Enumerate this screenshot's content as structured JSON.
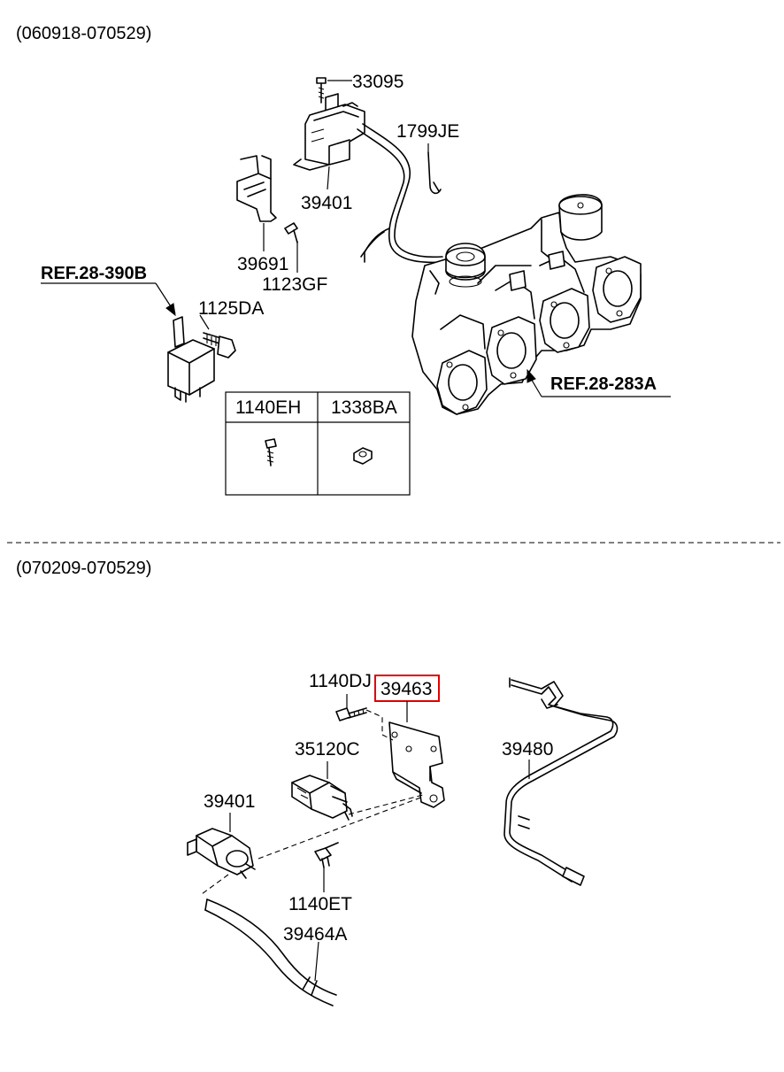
{
  "sections": [
    {
      "header": "(060918-070529)",
      "callouts": {
        "c33095": "33095",
        "c1799JE": "1799JE",
        "c39401": "39401",
        "c39691": "39691",
        "c1123GF": "1123GF",
        "c1125DA": "1125DA",
        "ref_390B": "REF.28-390B",
        "ref_283A": "REF.28-283A"
      },
      "table": {
        "headers": [
          "1140EH",
          "1338BA"
        ]
      }
    },
    {
      "header": "(070209-070529)",
      "callouts": {
        "c1140DJ": "1140DJ",
        "c39463": "39463",
        "c35120C": "35120C",
        "c39480": "39480",
        "c39401b": "39401",
        "c1140ET": "1140ET",
        "c39464A": "39464A"
      }
    }
  ],
  "highlight_color": "#e00000"
}
